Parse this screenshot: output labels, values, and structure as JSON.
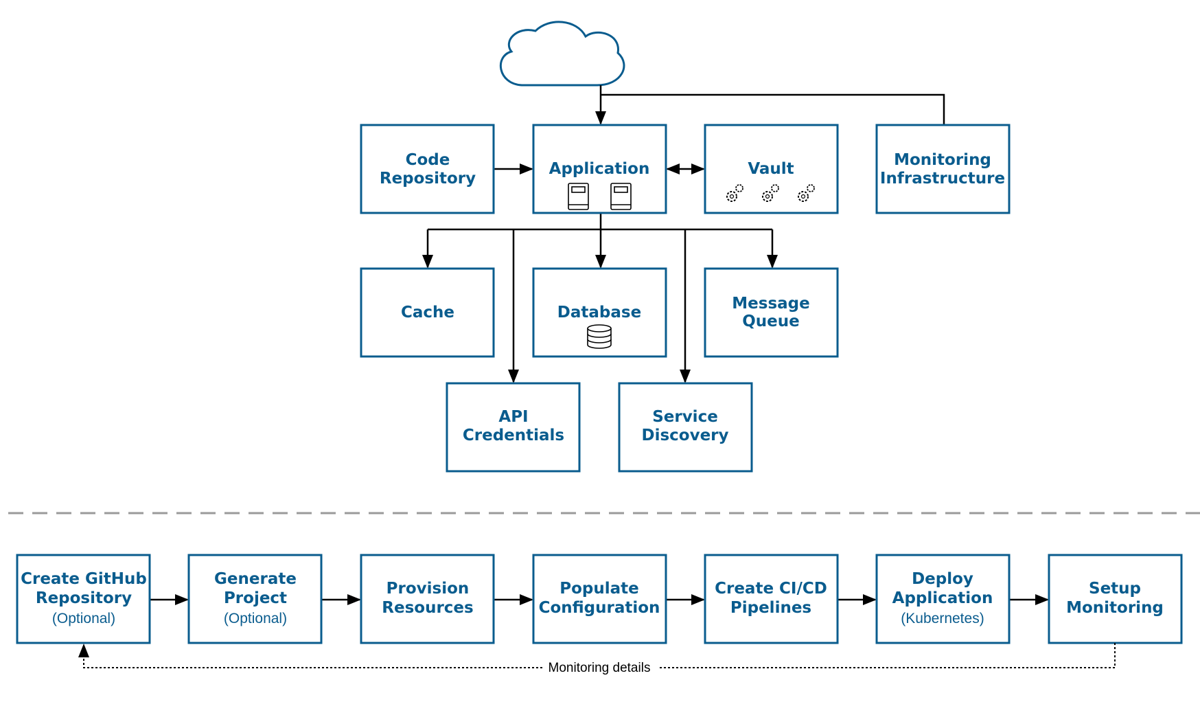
{
  "colors": {
    "box_border": "#0a5c8e",
    "box_text": "#0a5c8e",
    "edge": "#000000",
    "divider": "#9a9a9a"
  },
  "nodes": {
    "cloud": {
      "icon": "cloud-icon"
    },
    "code_repository": {
      "line1": "Code",
      "line2": "Repository"
    },
    "application": {
      "title": "Application",
      "icon": "server-icon"
    },
    "vault": {
      "title": "Vault",
      "icon": "gears-icon"
    },
    "monitoring_infrastructure": {
      "line1": "Monitoring",
      "line2": "Infrastructure"
    },
    "cache": {
      "title": "Cache"
    },
    "database": {
      "title": "Database",
      "icon": "database-icon"
    },
    "message_queue": {
      "line1": "Message",
      "line2": "Queue"
    },
    "api_credentials": {
      "line1": "API",
      "line2": "Credentials"
    },
    "service_discovery": {
      "line1": "Service",
      "line2": "Discovery"
    }
  },
  "steps": [
    {
      "line1": "Create GitHub",
      "line2": "Repository",
      "sub": "(Optional)"
    },
    {
      "line1": "Generate",
      "line2": "Project",
      "sub": "(Optional)"
    },
    {
      "line1": "Provision",
      "line2": "Resources"
    },
    {
      "line1": "Populate",
      "line2": "Configuration"
    },
    {
      "line1": "Create CI/CD",
      "line2": "Pipelines"
    },
    {
      "line1": "Deploy",
      "line2": "Application",
      "sub": "(Kubernetes)"
    },
    {
      "line1": "Setup",
      "line2": "Monitoring"
    }
  ],
  "feedback_edge": {
    "label": "Monitoring details"
  }
}
